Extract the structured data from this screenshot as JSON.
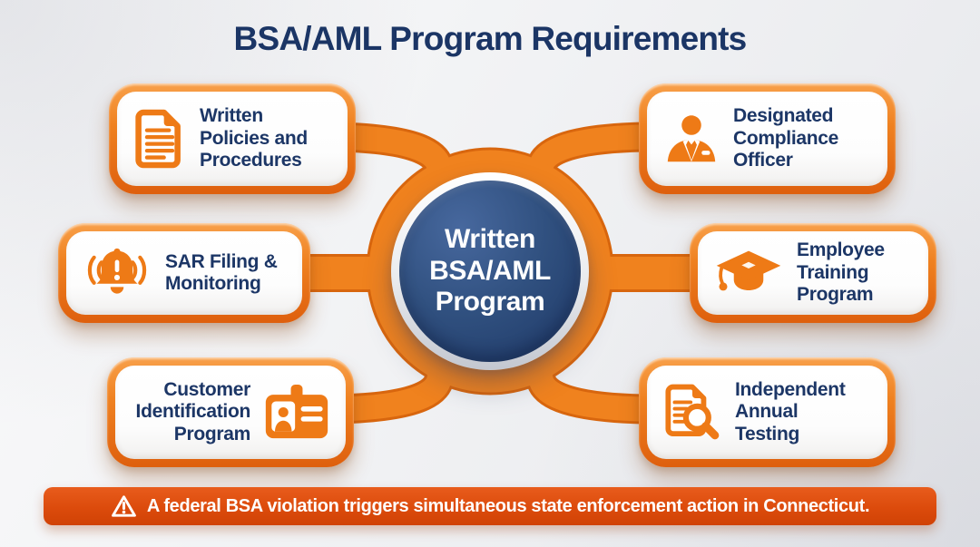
{
  "title": "BSA/AML Program Requirements",
  "center": {
    "name": "written-bsa-aml-program",
    "lines": [
      "Written",
      "BSA/AML",
      "Program"
    ]
  },
  "nodes": [
    {
      "id": "written-policies",
      "side": "top-left",
      "icon": "document-icon",
      "lines": [
        "Written",
        "Policies and",
        "Procedures"
      ]
    },
    {
      "id": "sar-filing",
      "side": "middle-left",
      "icon": "alert-bell-icon",
      "lines": [
        "SAR Filing &",
        "Monitoring"
      ]
    },
    {
      "id": "customer-identification",
      "side": "bottom-left",
      "icon": "id-card-icon",
      "lines": [
        "Customer",
        "Identification",
        "Program"
      ]
    },
    {
      "id": "compliance-officer",
      "side": "top-right",
      "icon": "person-icon",
      "lines": [
        "Designated",
        "Compliance",
        "Officer"
      ]
    },
    {
      "id": "employee-training",
      "side": "middle-right",
      "icon": "graduation-cap-icon",
      "lines": [
        "Employee",
        "Training",
        "Program"
      ]
    },
    {
      "id": "independent-testing",
      "side": "bottom-right",
      "icon": "document-magnifier-icon",
      "lines": [
        "Independent",
        "Annual",
        "Testing"
      ]
    }
  ],
  "banner": {
    "icon": "warning-triangle-icon",
    "text": "A federal BSA violation triggers simultaneous state enforcement action in Connecticut."
  },
  "colors": {
    "accent_orange": "#ee7a16",
    "band_orange": "#f0821e",
    "band_edge_orange": "#d8660e",
    "navy_text": "#1c3666",
    "hub_navy": "#2a4a7c",
    "banner_orange_red": "#dc4b0c",
    "background": "#f0f1f4"
  }
}
